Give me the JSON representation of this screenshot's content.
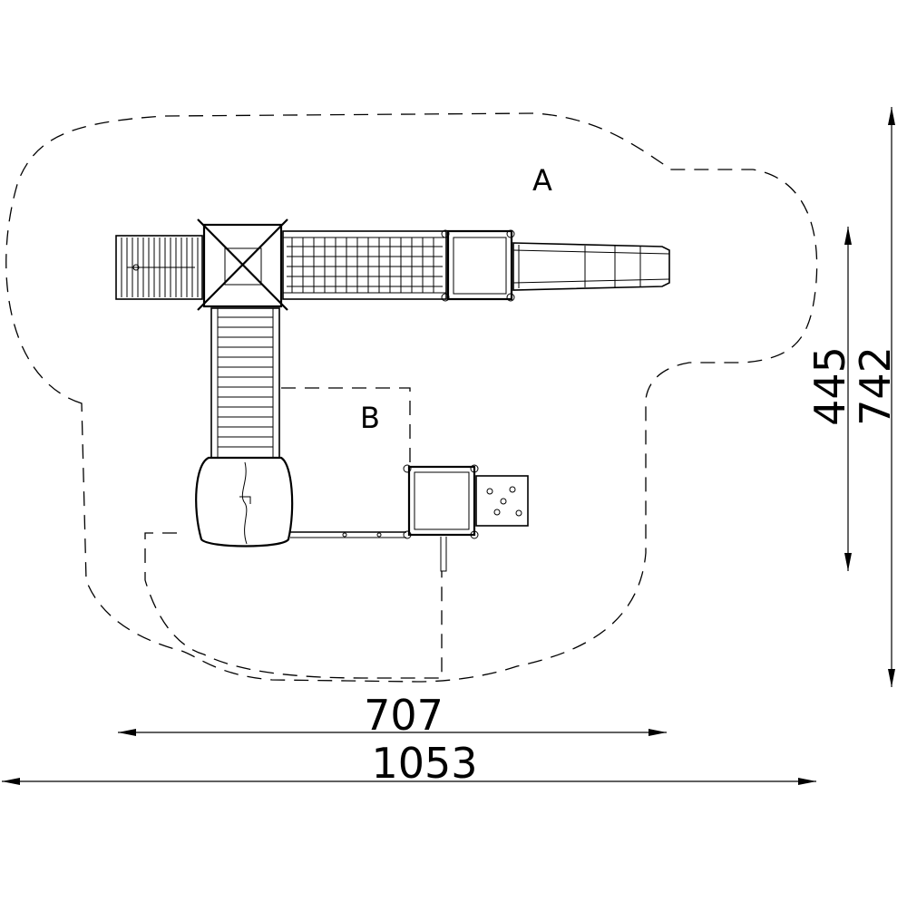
{
  "zone_labels": {
    "a": "A",
    "b": "B"
  },
  "dimensions": {
    "inner_width": "707",
    "outer_width": "1053",
    "inner_height": "445",
    "outer_height": "742"
  }
}
